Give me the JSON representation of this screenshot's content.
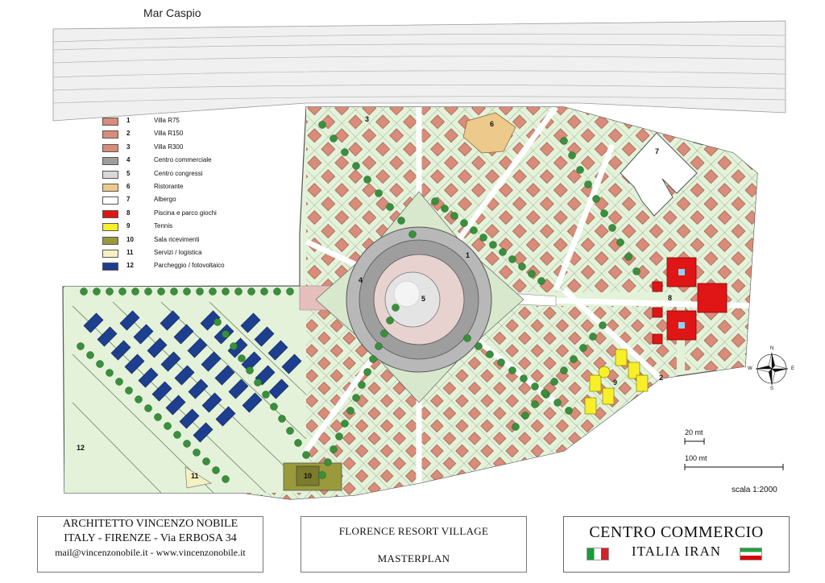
{
  "sea_label": "Mar Caspio",
  "legend": [
    {
      "num": "1",
      "label": "Villa R75",
      "color": "#d98c79"
    },
    {
      "num": "2",
      "label": "Villa R150",
      "color": "#d98c79"
    },
    {
      "num": "3",
      "label": "Villa R300",
      "color": "#d98c79"
    },
    {
      "num": "4",
      "label": "Centro commerciale",
      "color": "#9e9e9e"
    },
    {
      "num": "5",
      "label": "Centro congressi",
      "color": "#d8d8d8"
    },
    {
      "num": "6",
      "label": "Ristorante",
      "color": "#eec98c"
    },
    {
      "num": "7",
      "label": "Albergo",
      "color": "#ffffff"
    },
    {
      "num": "8",
      "label": "Piscina e parco giochi",
      "color": "#e01515"
    },
    {
      "num": "9",
      "label": "Tennis",
      "color": "#f7ef2a"
    },
    {
      "num": "10",
      "label": "Sala ricevimenti",
      "color": "#9a9a3c"
    },
    {
      "num": "11",
      "label": "Servizi / logistica",
      "color": "#f6f1c2"
    },
    {
      "num": "12",
      "label": "Parcheggio / fotovoltaico",
      "color": "#1e3f8f"
    }
  ],
  "zone_labels": [
    "1",
    "2",
    "3",
    "4",
    "5",
    "6",
    "7",
    "8",
    "9",
    "10",
    "11",
    "12"
  ],
  "compass": {
    "n": "N",
    "s": "S",
    "e": "E",
    "w": "W"
  },
  "scale": {
    "small": "20 mt",
    "large": "100 mt",
    "ratio": "scala 1:2000"
  },
  "architect": {
    "name": "ARCHITETTO VINCENZO NOBILE",
    "address": "ITALY - FIRENZE - Via ERBOSA 34",
    "contact": "mail@vincenzonobile.it - www.vincenzonobile.it"
  },
  "project": {
    "title": "FLORENCE RESORT VILLAGE",
    "subtitle": "MASTERPLAN"
  },
  "client": {
    "line1": "CENTRO COMMERCIO",
    "line2": "ITALIA  IRAN"
  },
  "colors": {
    "grass": "#e3f2d9",
    "road": "#ffffff",
    "villa": "#d98c79",
    "tree": "#3a8f3c",
    "sea": "#f0f0f0",
    "plaza": "#e6bfbd",
    "parking": "#1e3f8f",
    "pool": "#e01515",
    "tennis": "#f7ef2a",
    "reception": "#9a9a3c",
    "restaurant": "#eec98c"
  }
}
